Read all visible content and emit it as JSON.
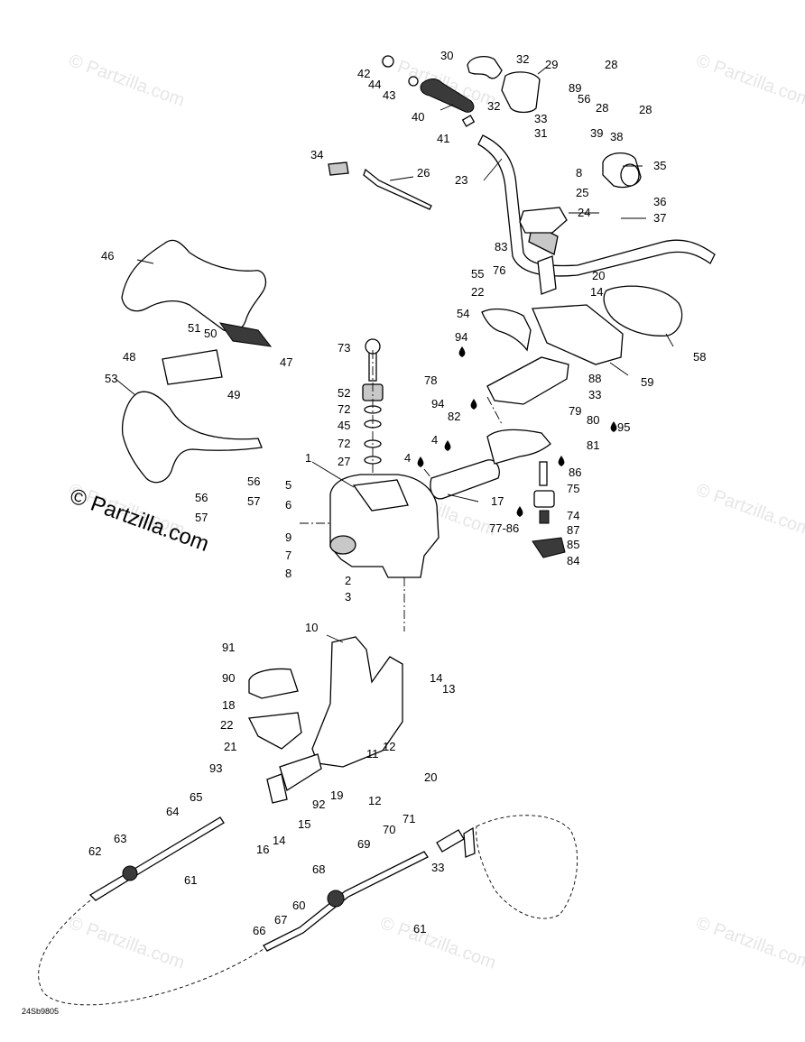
{
  "watermarks": [
    "© Partzilla.com",
    "© Partzilla.com",
    "© Partzilla.com",
    "© Partzilla.com",
    "© Partzilla.com",
    "© Partzilla.com",
    "© Partzilla.com",
    "© Partzilla.com",
    "© Partzilla.com"
  ],
  "brand_watermark": "© Partzilla.com",
  "figure_code": "24Sb9805",
  "callouts": {
    "c1": "1",
    "c2": "2",
    "c3": "3",
    "c4a": "4",
    "c4b": "4",
    "c5": "5",
    "c6": "6",
    "c7": "7",
    "c8a": "8",
    "c8b": "8",
    "c9": "9",
    "c10": "10",
    "c11": "11",
    "c12a": "12",
    "c12b": "12",
    "c13": "13",
    "c14a": "14",
    "c14b": "14",
    "c14c": "14",
    "c15": "15",
    "c16": "16",
    "c17": "17",
    "c18": "18",
    "c19": "19",
    "c20a": "20",
    "c20b": "20",
    "c21": "21",
    "c22a": "22",
    "c22b": "22",
    "c23": "23",
    "c24": "24",
    "c25": "25",
    "c26": "26",
    "c27": "27",
    "c28a": "28",
    "c28b": "28",
    "c28c": "28",
    "c29": "29",
    "c30": "30",
    "c31": "31",
    "c32a": "32",
    "c32b": "32",
    "c33a": "33",
    "c33b": "33",
    "c33c": "33",
    "c34": "34",
    "c35": "35",
    "c36": "36",
    "c37": "37",
    "c38": "38",
    "c39": "39",
    "c40": "40",
    "c41": "41",
    "c42": "42",
    "c43": "43",
    "c44": "44",
    "c45": "45",
    "c46": "46",
    "c47": "47",
    "c48": "48",
    "c49": "49",
    "c50": "50",
    "c51": "51",
    "c52": "52",
    "c53": "53",
    "c54": "54",
    "c55": "55",
    "c56a": "56",
    "c56b": "56",
    "c56c": "56",
    "c57a": "57",
    "c57b": "57",
    "c58": "58",
    "c59": "59",
    "c60": "60",
    "c61a": "61",
    "c61b": "61",
    "c62": "62",
    "c63": "63",
    "c64": "64",
    "c65": "65",
    "c66": "66",
    "c67": "67",
    "c68": "68",
    "c69": "69",
    "c70": "70",
    "c71": "71",
    "c72a": "72",
    "c72b": "72",
    "c73": "73",
    "c74": "74",
    "c75": "75",
    "c76": "76",
    "c7786": "77-86",
    "c78": "78",
    "c79": "79",
    "c80": "80",
    "c81": "81",
    "c82": "82",
    "c83": "83",
    "c84": "84",
    "c85": "85",
    "c86": "86",
    "c87": "87",
    "c88": "88",
    "c89": "89",
    "c90": "90",
    "c91": "91",
    "c92": "92",
    "c93": "93",
    "c94a": "94",
    "c94b": "94",
    "c95": "95"
  }
}
